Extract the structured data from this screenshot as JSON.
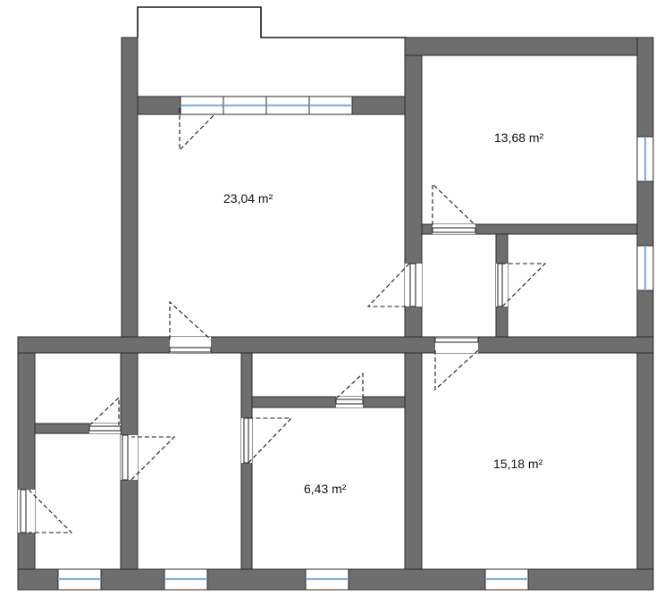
{
  "colors": {
    "wall": "#6e6e6e",
    "wall_outline": "#2b2b2b",
    "window_glass": "#7fb2e6",
    "background": "#ffffff"
  },
  "rooms": [
    {
      "id": "room-a",
      "area": "23,04 m²"
    },
    {
      "id": "room-b",
      "area": "13,68 m²"
    },
    {
      "id": "room-c",
      "area": "6,43 m²"
    },
    {
      "id": "room-d",
      "area": "15,18 m²"
    }
  ]
}
